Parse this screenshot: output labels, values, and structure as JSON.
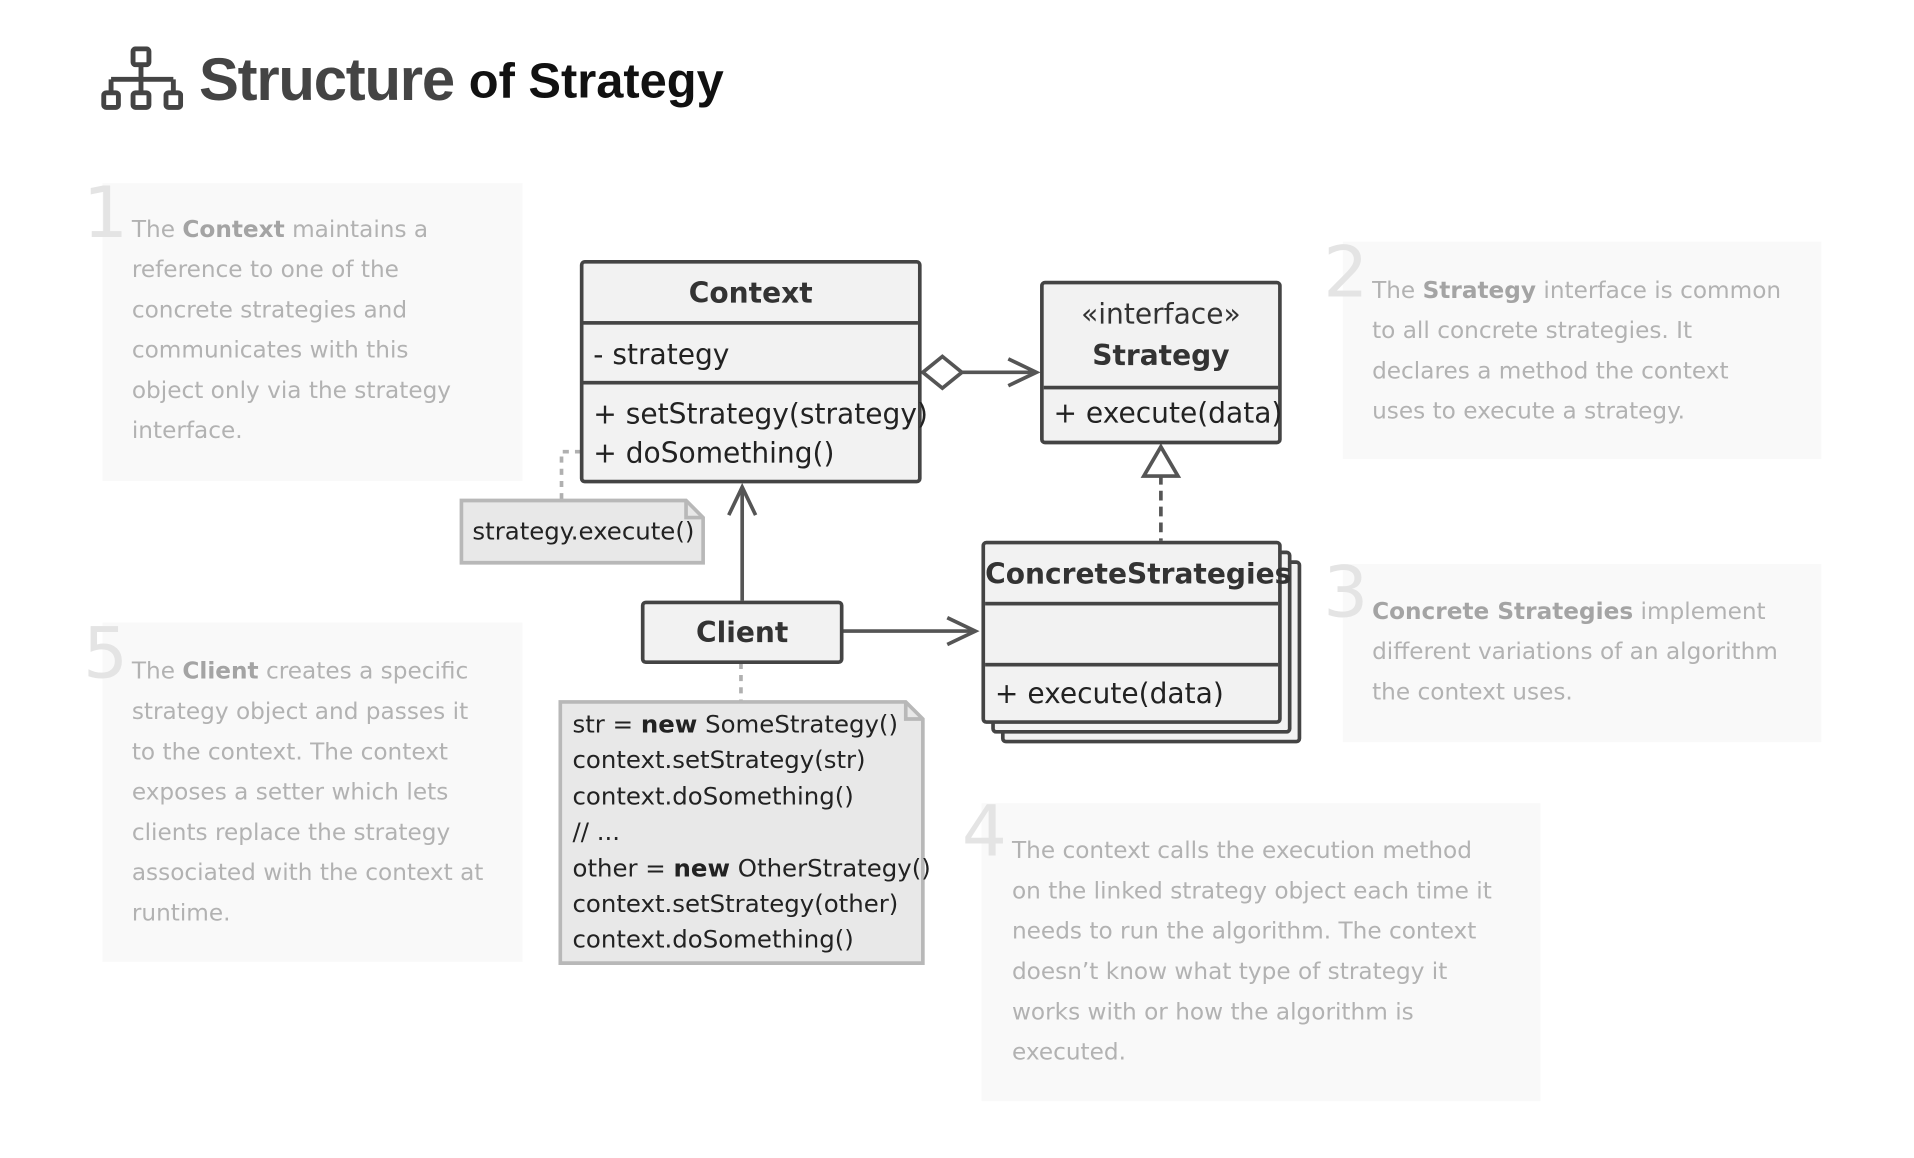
{
  "title": {
    "main": "Structure",
    "sub": "of Strategy",
    "icon": "hierarchy-icon"
  },
  "notes": [
    {
      "number": "1",
      "lines": [
        [
          {
            "t": "The "
          },
          {
            "t": "Context",
            "b": true
          },
          {
            "t": " maintains a"
          }
        ],
        [
          {
            "t": "reference to one of the"
          }
        ],
        [
          {
            "t": "concrete strategies and"
          }
        ],
        [
          {
            "t": "communicates with this"
          }
        ],
        [
          {
            "t": "object only via the strategy"
          }
        ],
        [
          {
            "t": "interface."
          }
        ]
      ]
    },
    {
      "number": "2",
      "lines": [
        [
          {
            "t": "The "
          },
          {
            "t": "Strategy",
            "b": true
          },
          {
            "t": " interface is common"
          }
        ],
        [
          {
            "t": "to all concrete strategies. It"
          }
        ],
        [
          {
            "t": "declares a method the context"
          }
        ],
        [
          {
            "t": "uses to execute a strategy."
          }
        ]
      ]
    },
    {
      "number": "3",
      "lines": [
        [
          {
            "t": "Concrete Strategies",
            "b": true
          },
          {
            "t": " implement"
          }
        ],
        [
          {
            "t": "different variations of an algorithm"
          }
        ],
        [
          {
            "t": "the context uses."
          }
        ]
      ]
    },
    {
      "number": "4",
      "lines": [
        [
          {
            "t": "The context calls the execution method"
          }
        ],
        [
          {
            "t": "on the linked strategy object each time it"
          }
        ],
        [
          {
            "t": "needs to run the algorithm. The context"
          }
        ],
        [
          {
            "t": "doesn’t know what type of strategy it"
          }
        ],
        [
          {
            "t": "works with or how the algorithm is"
          }
        ],
        [
          {
            "t": "executed."
          }
        ]
      ]
    },
    {
      "number": "5",
      "lines": [
        [
          {
            "t": "The "
          },
          {
            "t": "Client",
            "b": true
          },
          {
            "t": " creates a specific"
          }
        ],
        [
          {
            "t": "strategy object and passes it"
          }
        ],
        [
          {
            "t": "to the context. The context"
          }
        ],
        [
          {
            "t": "exposes a setter which lets"
          }
        ],
        [
          {
            "t": "clients replace the strategy"
          }
        ],
        [
          {
            "t": "associated with the context at"
          }
        ],
        [
          {
            "t": "runtime."
          }
        ]
      ]
    }
  ],
  "uml": {
    "context": {
      "name": "Context",
      "field": "- strategy",
      "methods": [
        "+ setStrategy(strategy)",
        "+ doSomething()"
      ]
    },
    "strategy": {
      "stereotype": "«interface»",
      "name": "Strategy",
      "method": "+ execute(data)"
    },
    "concrete": {
      "name": "ConcreteStrategies",
      "method": "+ execute(data)"
    },
    "client": {
      "name": "Client"
    }
  },
  "code_notes": {
    "context_note": "strategy.execute()",
    "client_note": [
      [
        {
          "t": "str = "
        },
        {
          "t": "new",
          "b": true
        },
        {
          "t": " SomeStrategy()"
        }
      ],
      [
        {
          "t": "context.setStrategy(str)"
        }
      ],
      [
        {
          "t": "context.doSomething()"
        }
      ],
      [
        {
          "t": "// ..."
        }
      ],
      [
        {
          "t": "other = "
        },
        {
          "t": "new",
          "b": true
        },
        {
          "t": " OtherStrategy()"
        }
      ],
      [
        {
          "t": "context.setStrategy(other)"
        }
      ],
      [
        {
          "t": "context.doSomething()"
        }
      ]
    ]
  },
  "colors": {
    "line": "#444444",
    "box_fill": "#f2f2f2",
    "note_fill": "#e8e8e8",
    "panel_fill": "#f9f9f9",
    "note_text": "#b2b2b2"
  }
}
